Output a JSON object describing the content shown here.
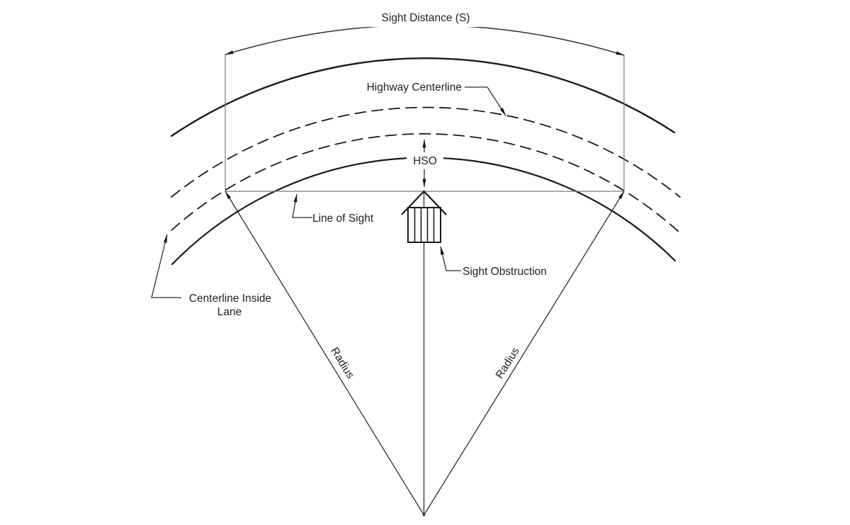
{
  "diagram": {
    "labels": {
      "sight_distance": "Sight Distance (S)",
      "highway_centerline": "Highway Centerline",
      "hso": "HSO",
      "line_of_sight": "Line of Sight",
      "sight_obstruction": "Sight Obstruction",
      "centerline_inside_lane_line1": "Centerline Inside",
      "centerline_inside_lane_line2": "Lane",
      "radius_left": "Radius",
      "radius_right": "Radius"
    },
    "colors": {
      "curve_stroke": "#1a1a1a",
      "thin_line": "#7a7a7a",
      "leader_line": "#2e2e2e",
      "text": "#1f1f1f",
      "background": "#ffffff"
    }
  }
}
